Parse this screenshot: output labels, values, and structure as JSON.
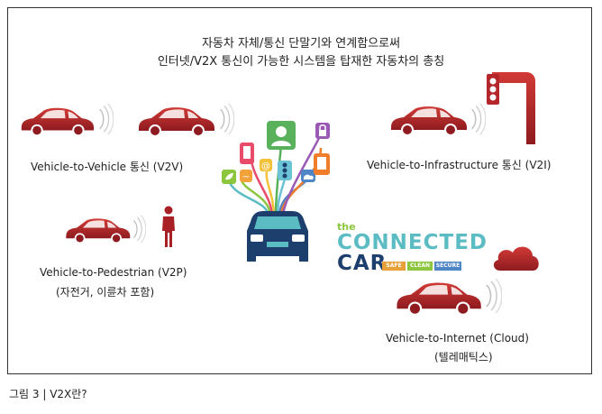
{
  "diagram": {
    "title_line1": "자동차 자체/통신 단말기와 연계함으로써",
    "title_line2": "인터넷/V2X 통신이 가능한 시스템을 탑재한 자동차의 총칭",
    "labels": {
      "v2v": "Vehicle-to-Vehicle 통신 (V2V)",
      "v2i": "Vehicle-to-Infrastructure 통신 (V2I)",
      "v2p_line1": "Vehicle-to-Pedestrian (V2P)",
      "v2p_line2": "(자전거, 이륜차 포함)",
      "v2n_line1": "Vehicle-to-Internet (Cloud)",
      "v2n_line2": "(텔레매틱스)"
    },
    "brand": {
      "the": "the",
      "connected": "CONNECTED",
      "car": "CAR",
      "tag_safe": "SAFE",
      "tag_clean": "CLEAN",
      "tag_secure": "SECURE"
    },
    "colors": {
      "car_red": "#b5262b",
      "navy": "#1d3f6e",
      "teal": "#5bbcc4",
      "green": "#8cc63f"
    }
  },
  "caption": "그림 3 | V2X란?"
}
